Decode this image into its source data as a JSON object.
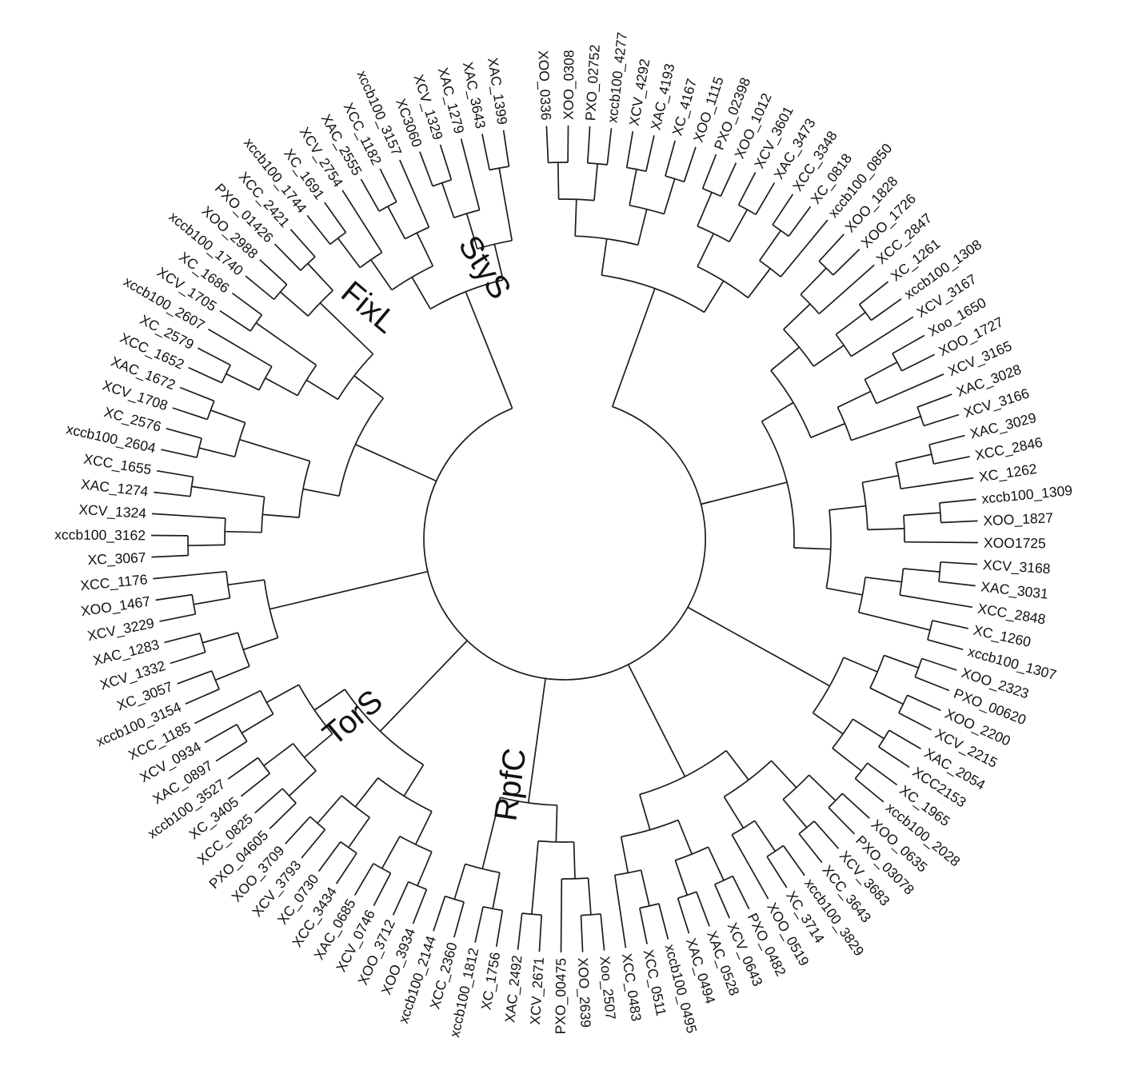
{
  "figure": {
    "type": "circular-phylogenetic-cladogram",
    "clades": [
      {
        "label": "StyS"
      },
      {
        "label": "FixL"
      },
      {
        "label": "TorS"
      },
      {
        "label": "RpfC"
      }
    ],
    "leaves": [
      "XOO_0336",
      "XOO_0308",
      "PXO_02752",
      "xccb100_4277",
      "XCV_4292",
      "XAC_4193",
      "XC_4167",
      "XOO_1115",
      "PXO_02398",
      "XOO_1012",
      "XCV_3601",
      "XAC_3473",
      "XCC_3348",
      "XC_0818",
      "xccb100_0850",
      "XOO_1828",
      "XOO_1726",
      "XCC_2847",
      "XC_1261",
      "xccb100_1308",
      "XCV_3167",
      "Xoo_1650",
      "XOO_1727",
      "XCV_3165",
      "XAC_3028",
      "XCV_3166",
      "XAC_3029",
      "XCC_2846",
      "XC_1262",
      "xccb100_1309",
      "XOO_1827",
      "XOO1725",
      "XCV_3168",
      "XAC_3031",
      "XCC_2848",
      "XC_1260",
      "xccb100_1307",
      "XOO_2323",
      "PXO_00620",
      "XOO_2200",
      "XCV_2215",
      "XAC_2054",
      "XCC2153",
      "XC_1965",
      "xccb100_2028",
      "XOO_0635",
      "PXO_03078",
      "XCV_3683",
      "XCC_3643",
      "xccb100_3829",
      "XC_3714",
      "XOO_0519",
      "PXO_0482",
      "XCV_0643",
      "XAC_0528",
      "XAC_0494",
      "xccb100_0495",
      "XCC_0511",
      "XCC_0483",
      "Xoo_2507",
      "XOO_2639",
      "PXO_00475",
      "XCV_2671",
      "XAC_2492",
      "XC_1756",
      "xccb100_1812",
      "XCC_2360",
      "xccb100_2144",
      "XOO_3934",
      "XOO_3712",
      "XCV_0746",
      "XAC_0685",
      "XCC_3434",
      "XC_0730",
      "XCV_3793",
      "XOO_3709",
      "PXO_04605",
      "XCC_0825",
      "XC_3405",
      "xccb100_3527",
      "XAC_0897",
      "XCV_0934",
      "XCC_1185",
      "xccb100_3154",
      "XC_3057",
      "XCV_1332",
      "XAC_1283",
      "XCV_3229",
      "XOO_1467",
      "XCC_1176",
      "XC_3067",
      "xccb100_3162",
      "XCV_1324",
      "XAC_1274",
      "XCC_1655",
      "xccb100_2604",
      "XC_2576",
      "XCV_1708",
      "XAC_1672",
      "XCC_1652",
      "XC_2579",
      "xccb100_2607",
      "XCV_1705",
      "XC_1686",
      "xccb100_1740",
      "XOO_2988",
      "PXO_01426",
      "XCC_2421",
      "xccb100_1744",
      "XC_1691",
      "XCV_2754",
      "XAC_2555",
      "XCC_1182",
      "xccb100_3157",
      "XC3060",
      "XCV_1329",
      "XAC_1279",
      "XAC_3643",
      "XAC_1399"
    ]
  }
}
